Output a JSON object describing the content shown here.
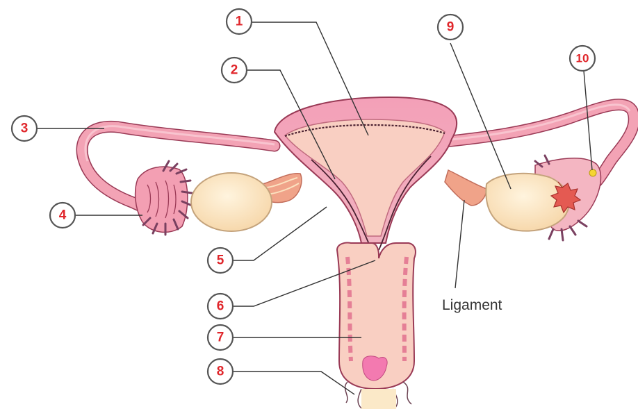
{
  "callouts": [
    {
      "number": "1"
    },
    {
      "number": "2"
    },
    {
      "number": "3"
    },
    {
      "number": "4"
    },
    {
      "number": "5"
    },
    {
      "number": "6"
    },
    {
      "number": "7"
    },
    {
      "number": "8"
    },
    {
      "number": "9"
    },
    {
      "number": "10"
    }
  ],
  "labels": {
    "ligament": "Ligament"
  },
  "colors": {
    "tissue": "#f4a3b4",
    "tissue_dark": "#e57f96",
    "inner": "#f9cfc2",
    "ovary": "#fbe2c0",
    "outline": "#9a3a56",
    "callout_number": "#e0262b"
  }
}
